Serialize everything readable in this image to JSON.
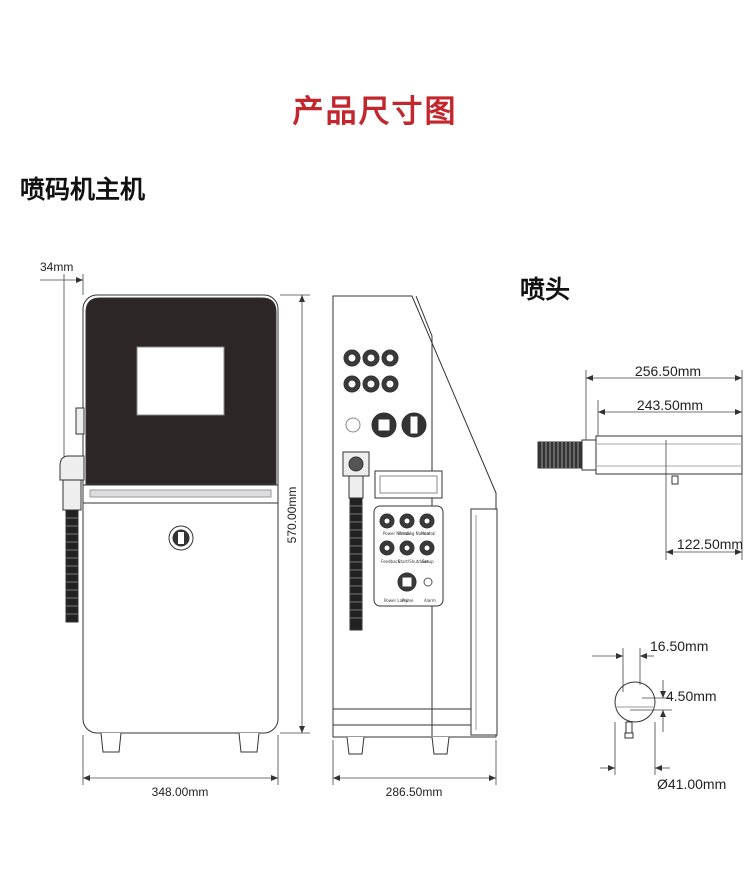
{
  "title": "产品尺寸图",
  "title_color": "#c1272d",
  "main_unit": {
    "heading": "喷码机主机",
    "dims": {
      "frame_offset": "34mm",
      "height": "570.00mm",
      "front_width": "348.00mm",
      "side_depth": "286.50mm"
    }
  },
  "nozzle": {
    "heading": "喷头",
    "dims": {
      "total_length": "256.50mm",
      "body_length": "243.50mm",
      "tail_length": "122.50mm",
      "gap": "16.50mm",
      "offset": "4.50mm",
      "diameter": "Ø41.00mm"
    }
  },
  "panel_labels": [
    "Power Normal",
    "Printing Normal",
    "Normal",
    "Feedback",
    "Start/Shutdown",
    "Setup",
    "Prime",
    "Power Lamp",
    "Alarm"
  ],
  "colors": {
    "screen_frame": "#2d2626",
    "line": "#333333"
  }
}
